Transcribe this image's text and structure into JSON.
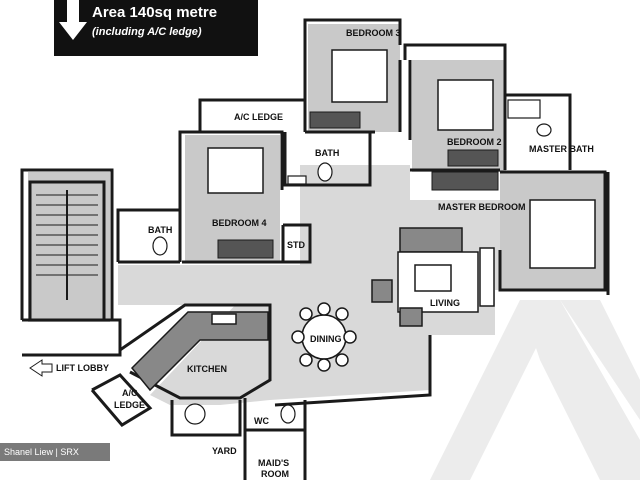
{
  "banner": {
    "area_text": "Area 140sq metre",
    "note_text": "(including A/C ledge)"
  },
  "rooms": {
    "bedroom3": "BEDROOM 3",
    "bedroom2": "BEDROOM 2",
    "bedroom4": "BEDROOM 4",
    "ac_ledge_top": "A/C LEDGE",
    "bath_center": "BATH",
    "bath_left": "BATH",
    "master_bath": "MASTER BATH",
    "master_bedroom": "MASTER BEDROOM",
    "std": "STD",
    "living": "LIVING",
    "dining": "DINING",
    "kitchen": "KITCHEN",
    "lift_lobby": "LIFT LOBBY",
    "ac_ledge_bottom_1": "A/C",
    "ac_ledge_bottom_2": "LEDGE",
    "wc": "WC",
    "yard": "YARD",
    "maids_room_1": "MAID'S",
    "maids_room_2": "ROOM"
  },
  "credit": "Shanel Liew | SRX PROPERTY",
  "colors": {
    "banner_bg": "#111111",
    "floor_shade": "#d9d9d9",
    "room_shade": "#c9c9c9",
    "wall": "#1a1a1a",
    "watermark": "#ececec"
  }
}
